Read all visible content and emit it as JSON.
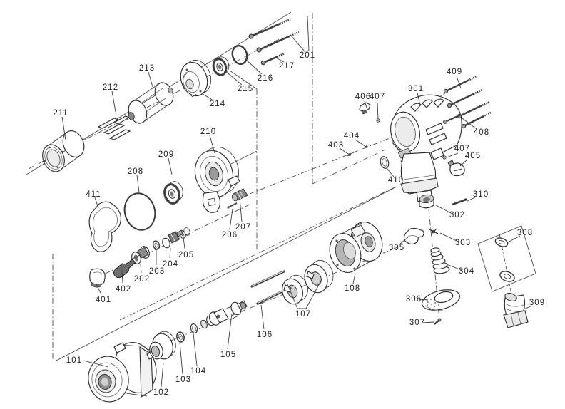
{
  "diagram": {
    "type": "exploded-parts-diagram",
    "subject": "pneumatic impact wrench parts breakdown",
    "background": "#ffffff",
    "line_color": "#2d2d2d",
    "construction_line_color": "#4a4a4a"
  },
  "parts": {
    "101": "101",
    "102": "102",
    "103": "103",
    "104": "104",
    "105": "105",
    "106": "106",
    "107": "107",
    "108": "108",
    "201": "201",
    "202": "202",
    "203": "203",
    "204": "204",
    "205": "205",
    "206": "206",
    "207": "207",
    "208": "208",
    "209": "209",
    "210": "210",
    "211": "211",
    "212": "212",
    "213": "213",
    "214": "214",
    "215": "215",
    "216": "216",
    "217": "217",
    "301": "301",
    "302": "302",
    "303": "303",
    "304": "304",
    "305": "305",
    "306": "306",
    "307": "307",
    "308": "308",
    "309": "309",
    "310": "310",
    "401": "401",
    "402": "402",
    "403": "403",
    "404": "404",
    "405": "405",
    "406": "406",
    "407": "407",
    "408": "408",
    "409": "409",
    "410": "410",
    "411": "411"
  }
}
